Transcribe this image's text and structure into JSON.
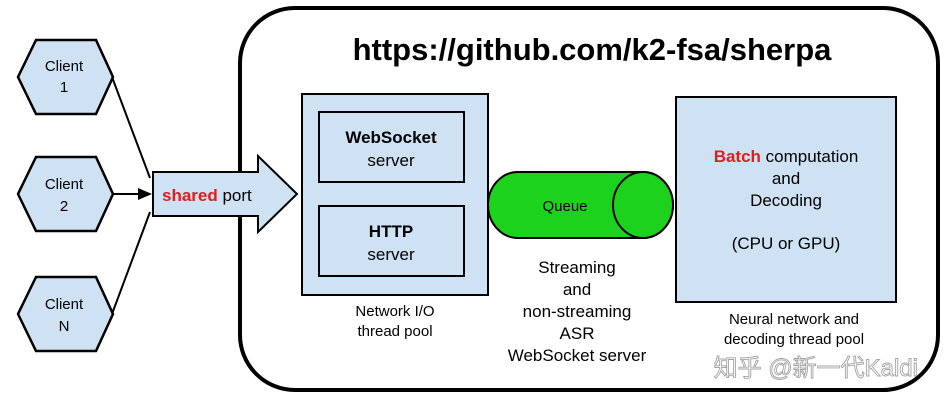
{
  "title": "https://github.com/k2-fsa/sherpa",
  "clients": [
    {
      "line1": "Client",
      "line2": "1"
    },
    {
      "line1": "Client",
      "line2": "2"
    },
    {
      "line1": "Client",
      "line2": "N"
    }
  ],
  "port": {
    "highlight": "shared",
    "rest": " port"
  },
  "network": {
    "websocket": {
      "line1": "WebSocket",
      "line2": "server"
    },
    "http": {
      "line1": "HTTP",
      "line2": "server"
    },
    "caption": {
      "line1": "Network I/O",
      "line2": "thread pool"
    }
  },
  "queue": {
    "label": "Queue",
    "caption": [
      "Streaming",
      "and",
      "non-streaming",
      "ASR",
      "WebSocket server"
    ]
  },
  "compute": {
    "highlight": "Batch",
    "line1_rest": " computation",
    "line2": "and",
    "line3": "Decoding",
    "line4": "(CPU or GPU)",
    "caption": {
      "line1": "Neural network and",
      "line2": "decoding thread pool"
    }
  },
  "watermark": "知乎 @新一代Kaldi",
  "colors": {
    "box_fill": "#cfe2f3",
    "queue_fill": "#1cd21c",
    "highlight": "#e11d1d"
  }
}
